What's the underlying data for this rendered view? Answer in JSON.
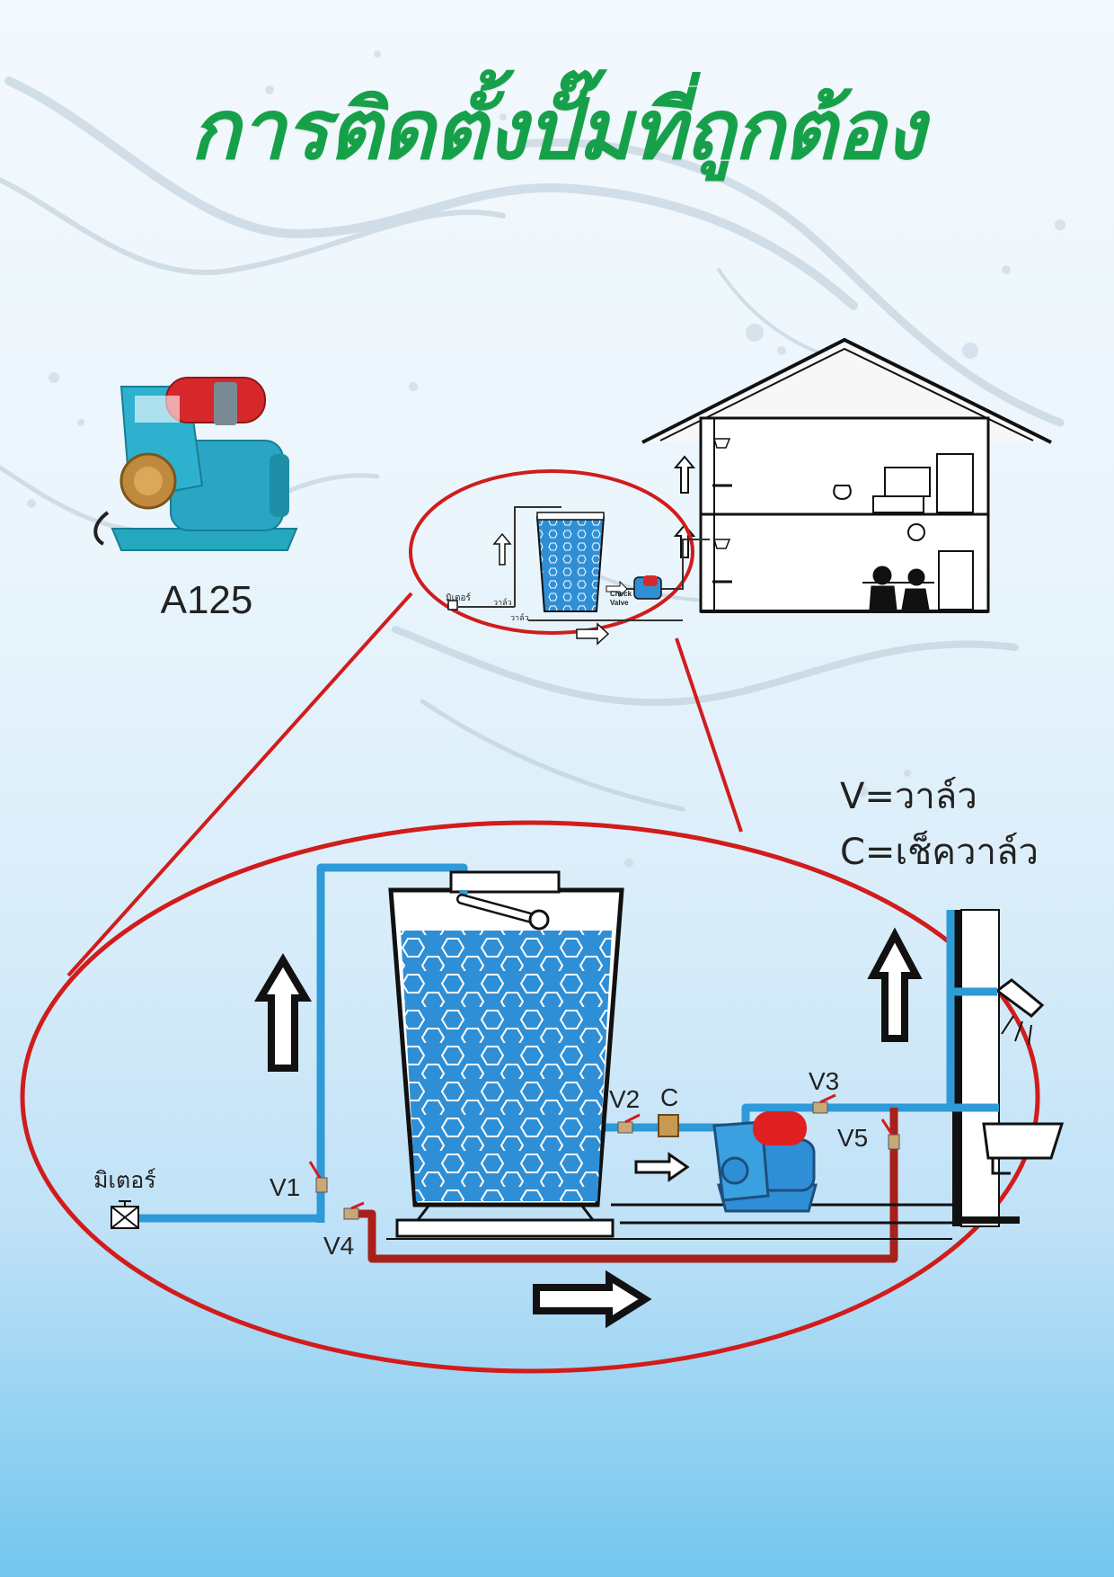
{
  "title": "การติดตั้งปั๊มที่ถูกต้อง",
  "product": {
    "model": "A125"
  },
  "legend": {
    "v": "V=วาล์ว",
    "c": "C=เช็ควาล์ว"
  },
  "small_diagram": {
    "meter_label": "มิเตอร์",
    "valve_label_1": "วาล์ว",
    "valve_label_2": "วาล์ว",
    "check_valve_label_1": "Check",
    "check_valve_label_2": "Valve"
  },
  "zoom_diagram": {
    "meter_label": "มิเตอร์",
    "valves": {
      "v1": "V1",
      "v2": "V2",
      "v3": "V3",
      "v4": "V4",
      "v5": "V5",
      "c": "C"
    }
  },
  "colors": {
    "title_green": "#17a04a",
    "blue_pipe": "#2e9ad8",
    "red_pipe": "#a8201a",
    "callout_red": "#d11c1c",
    "tank_blue": "#2f8fd6"
  }
}
